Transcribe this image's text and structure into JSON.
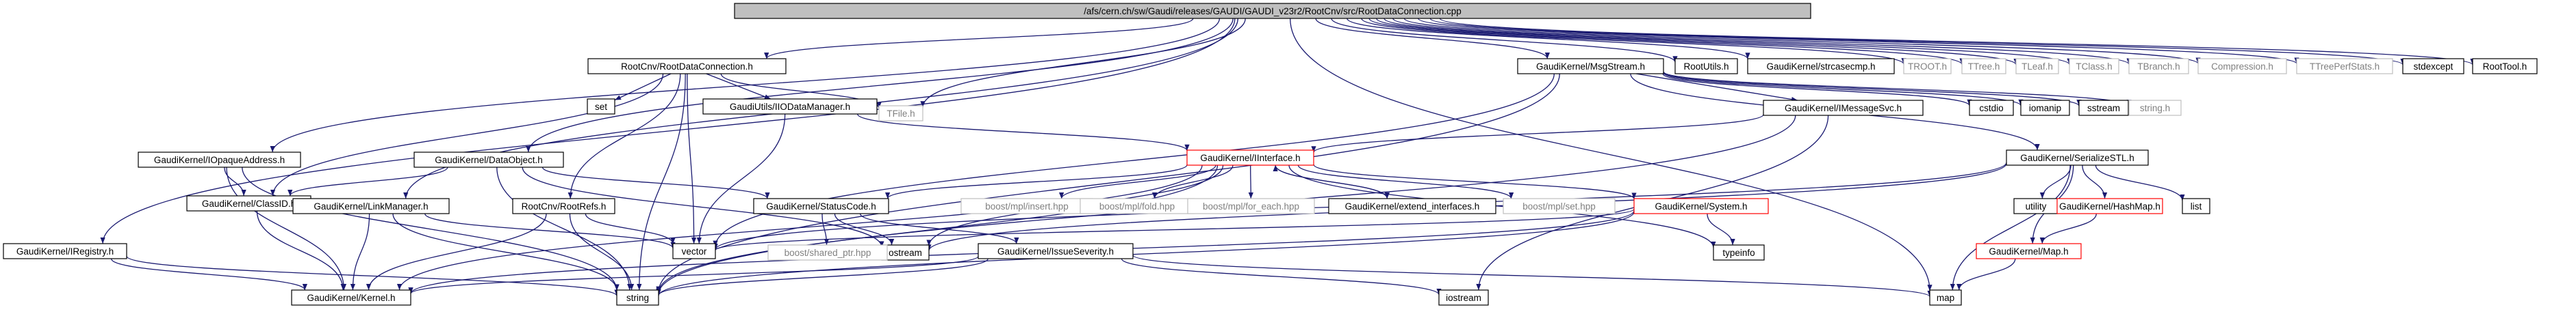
{
  "diagram": {
    "type": "dependency-graph",
    "colors": {
      "edge": "#191970",
      "root_fill": "#bfbfbf",
      "normal_border": "#000000",
      "truncated_border": "#ff0000",
      "external_border": "#bfbfbf",
      "text": "#000000",
      "external_text": "#808080"
    },
    "nodes": [
      {
        "id": "root",
        "label": "/afs/cern.ch/sw/Gaudi/releases/GAUDI/GAUDI_v23r2/RootCnv/src/RootDataConnection.cpp",
        "style": "root"
      },
      {
        "id": "rdc_h",
        "label": "RootCnv/RootDataConnection.h",
        "style": "normal"
      },
      {
        "id": "msgstream",
        "label": "GaudiKernel/MsgStream.h",
        "style": "normal"
      },
      {
        "id": "rootutils",
        "label": "RootUtils.h",
        "style": "normal"
      },
      {
        "id": "strcasecmp",
        "label": "GaudiKernel/strcasecmp.h",
        "style": "normal"
      },
      {
        "id": "troot",
        "label": "TROOT.h",
        "style": "external"
      },
      {
        "id": "ttree",
        "label": "TTree.h",
        "style": "external"
      },
      {
        "id": "tleaf",
        "label": "TLeaf.h",
        "style": "external"
      },
      {
        "id": "tclass",
        "label": "TClass.h",
        "style": "external"
      },
      {
        "id": "tbranch",
        "label": "TBranch.h",
        "style": "external"
      },
      {
        "id": "compression",
        "label": "Compression.h",
        "style": "external"
      },
      {
        "id": "ttreeperf",
        "label": "TTreePerfStats.h",
        "style": "external"
      },
      {
        "id": "stdexcept",
        "label": "stdexcept",
        "style": "normal"
      },
      {
        "id": "roottool",
        "label": "RootTool.h",
        "style": "normal"
      },
      {
        "id": "set",
        "label": "set",
        "style": "normal"
      },
      {
        "id": "iodatamgr",
        "label": "GaudiUtils/IIODataManager.h",
        "style": "normal"
      },
      {
        "id": "tfile",
        "label": "TFile.h",
        "style": "external"
      },
      {
        "id": "cstdio",
        "label": "cstdio",
        "style": "normal"
      },
      {
        "id": "iomanip",
        "label": "iomanip",
        "style": "normal"
      },
      {
        "id": "sstream",
        "label": "sstream",
        "style": "normal"
      },
      {
        "id": "stringh",
        "label": "string.h",
        "style": "external"
      },
      {
        "id": "imessagesvc",
        "label": "GaudiKernel/IMessageSvc.h",
        "style": "normal"
      },
      {
        "id": "iopaque",
        "label": "GaudiKernel/IOpaqueAddress.h",
        "style": "normal"
      },
      {
        "id": "dataobject",
        "label": "GaudiKernel/DataObject.h",
        "style": "normal"
      },
      {
        "id": "iinterface",
        "label": "GaudiKernel/IInterface.h",
        "style": "truncated"
      },
      {
        "id": "serializestl",
        "label": "GaudiKernel/SerializeSTL.h",
        "style": "normal"
      },
      {
        "id": "classid",
        "label": "GaudiKernel/ClassID.h",
        "style": "normal"
      },
      {
        "id": "linkmanager",
        "label": "GaudiKernel/LinkManager.h",
        "style": "normal"
      },
      {
        "id": "rootrefs",
        "label": "RootCnv/RootRefs.h",
        "style": "normal"
      },
      {
        "id": "statuscode",
        "label": "GaudiKernel/StatusCode.h",
        "style": "normal"
      },
      {
        "id": "mplinsert",
        "label": "boost/mpl/insert.hpp",
        "style": "external"
      },
      {
        "id": "mplfold",
        "label": "boost/mpl/fold.hpp",
        "style": "external"
      },
      {
        "id": "mplforeach",
        "label": "boost/mpl/for_each.hpp",
        "style": "external"
      },
      {
        "id": "extendif",
        "label": "GaudiKernel/extend_interfaces.h",
        "style": "normal"
      },
      {
        "id": "mplset",
        "label": "boost/mpl/set.hpp",
        "style": "external"
      },
      {
        "id": "system",
        "label": "GaudiKernel/System.h",
        "style": "truncated"
      },
      {
        "id": "utility",
        "label": "utility",
        "style": "normal"
      },
      {
        "id": "hashmap",
        "label": "GaudiKernel/HashMap.h",
        "style": "truncated"
      },
      {
        "id": "list",
        "label": "list",
        "style": "normal"
      },
      {
        "id": "iregistry",
        "label": "GaudiKernel/IRegistry.h",
        "style": "normal"
      },
      {
        "id": "vector",
        "label": "vector",
        "style": "normal"
      },
      {
        "id": "ostream",
        "label": "ostream",
        "style": "normal"
      },
      {
        "id": "sharedptr",
        "label": "boost/shared_ptr.hpp",
        "style": "external"
      },
      {
        "id": "issueseverity",
        "label": "GaudiKernel/IssueSeverity.h",
        "style": "normal"
      },
      {
        "id": "typeinfo",
        "label": "typeinfo",
        "style": "normal"
      },
      {
        "id": "gmap",
        "label": "GaudiKernel/Map.h",
        "style": "truncated"
      },
      {
        "id": "kernel",
        "label": "GaudiKernel/Kernel.h",
        "style": "normal"
      },
      {
        "id": "string",
        "label": "string",
        "style": "normal"
      },
      {
        "id": "iostream",
        "label": "iostream",
        "style": "normal"
      },
      {
        "id": "map",
        "label": "map",
        "style": "normal"
      }
    ],
    "edges": [
      [
        "root",
        "rdc_h"
      ],
      [
        "root",
        "msgstream"
      ],
      [
        "root",
        "rootutils"
      ],
      [
        "root",
        "strcasecmp"
      ],
      [
        "root",
        "troot"
      ],
      [
        "root",
        "ttree"
      ],
      [
        "root",
        "tleaf"
      ],
      [
        "root",
        "tclass"
      ],
      [
        "root",
        "tbranch"
      ],
      [
        "root",
        "compression"
      ],
      [
        "root",
        "ttreeperf"
      ],
      [
        "root",
        "stdexcept"
      ],
      [
        "root",
        "roottool"
      ],
      [
        "root",
        "tfile"
      ],
      [
        "root",
        "iopaque"
      ],
      [
        "root",
        "dataobject"
      ],
      [
        "root",
        "linkmanager"
      ],
      [
        "root",
        "iregistry"
      ],
      [
        "root",
        "map"
      ],
      [
        "rdc_h",
        "set"
      ],
      [
        "rdc_h",
        "iodatamgr"
      ],
      [
        "rdc_h",
        "tfile"
      ],
      [
        "rdc_h",
        "classid"
      ],
      [
        "rdc_h",
        "rootrefs"
      ],
      [
        "rdc_h",
        "vector"
      ],
      [
        "rdc_h",
        "string"
      ],
      [
        "msgstream",
        "imessagesvc"
      ],
      [
        "msgstream",
        "cstdio"
      ],
      [
        "msgstream",
        "iomanip"
      ],
      [
        "msgstream",
        "sstream"
      ],
      [
        "msgstream",
        "stringh"
      ],
      [
        "msgstream",
        "serializestl"
      ],
      [
        "msgstream",
        "vector"
      ],
      [
        "msgstream",
        "string"
      ],
      [
        "iodatamgr",
        "iinterface"
      ],
      [
        "iodatamgr",
        "vector"
      ],
      [
        "imessagesvc",
        "iinterface"
      ],
      [
        "imessagesvc",
        "string"
      ],
      [
        "imessagesvc",
        "iostream"
      ],
      [
        "iopaque",
        "classid"
      ],
      [
        "iopaque",
        "kernel"
      ],
      [
        "iopaque",
        "string"
      ],
      [
        "dataobject",
        "classid"
      ],
      [
        "dataobject",
        "statuscode"
      ],
      [
        "dataobject",
        "string"
      ],
      [
        "dataobject",
        "ostream"
      ],
      [
        "iinterface",
        "kernel"
      ],
      [
        "iinterface",
        "statuscode"
      ],
      [
        "iinterface",
        "mplinsert"
      ],
      [
        "iinterface",
        "mplfold"
      ],
      [
        "iinterface",
        "mplforeach"
      ],
      [
        "iinterface",
        "extendif"
      ],
      [
        "iinterface",
        "mplset"
      ],
      [
        "iinterface",
        "system"
      ],
      [
        "iinterface",
        "ostream"
      ],
      [
        "iinterface",
        "typeinfo"
      ],
      [
        "iinterface",
        "string"
      ],
      [
        "extendif",
        "iinterface"
      ],
      [
        "serializestl",
        "vector"
      ],
      [
        "serializestl",
        "ostream"
      ],
      [
        "serializestl",
        "utility"
      ],
      [
        "serializestl",
        "hashmap"
      ],
      [
        "serializestl",
        "gmap"
      ],
      [
        "serializestl",
        "list"
      ],
      [
        "serializestl",
        "map"
      ],
      [
        "classid",
        "kernel"
      ],
      [
        "linkmanager",
        "kernel"
      ],
      [
        "linkmanager",
        "string"
      ],
      [
        "linkmanager",
        "vector"
      ],
      [
        "rootrefs",
        "kernel"
      ],
      [
        "rootrefs",
        "vector"
      ],
      [
        "rootrefs",
        "string"
      ],
      [
        "statuscode",
        "ostream"
      ],
      [
        "statuscode",
        "sharedptr"
      ],
      [
        "statuscode",
        "issueseverity"
      ],
      [
        "system",
        "kernel"
      ],
      [
        "system",
        "string"
      ],
      [
        "system",
        "vector"
      ],
      [
        "system",
        "typeinfo"
      ],
      [
        "issueseverity",
        "kernel"
      ],
      [
        "issueseverity",
        "string"
      ],
      [
        "issueseverity",
        "map"
      ],
      [
        "issueseverity",
        "iostream"
      ],
      [
        "hashmap",
        "gmap"
      ],
      [
        "gmap",
        "map"
      ],
      [
        "iregistry",
        "kernel"
      ],
      [
        "iregistry",
        "string"
      ]
    ]
  }
}
